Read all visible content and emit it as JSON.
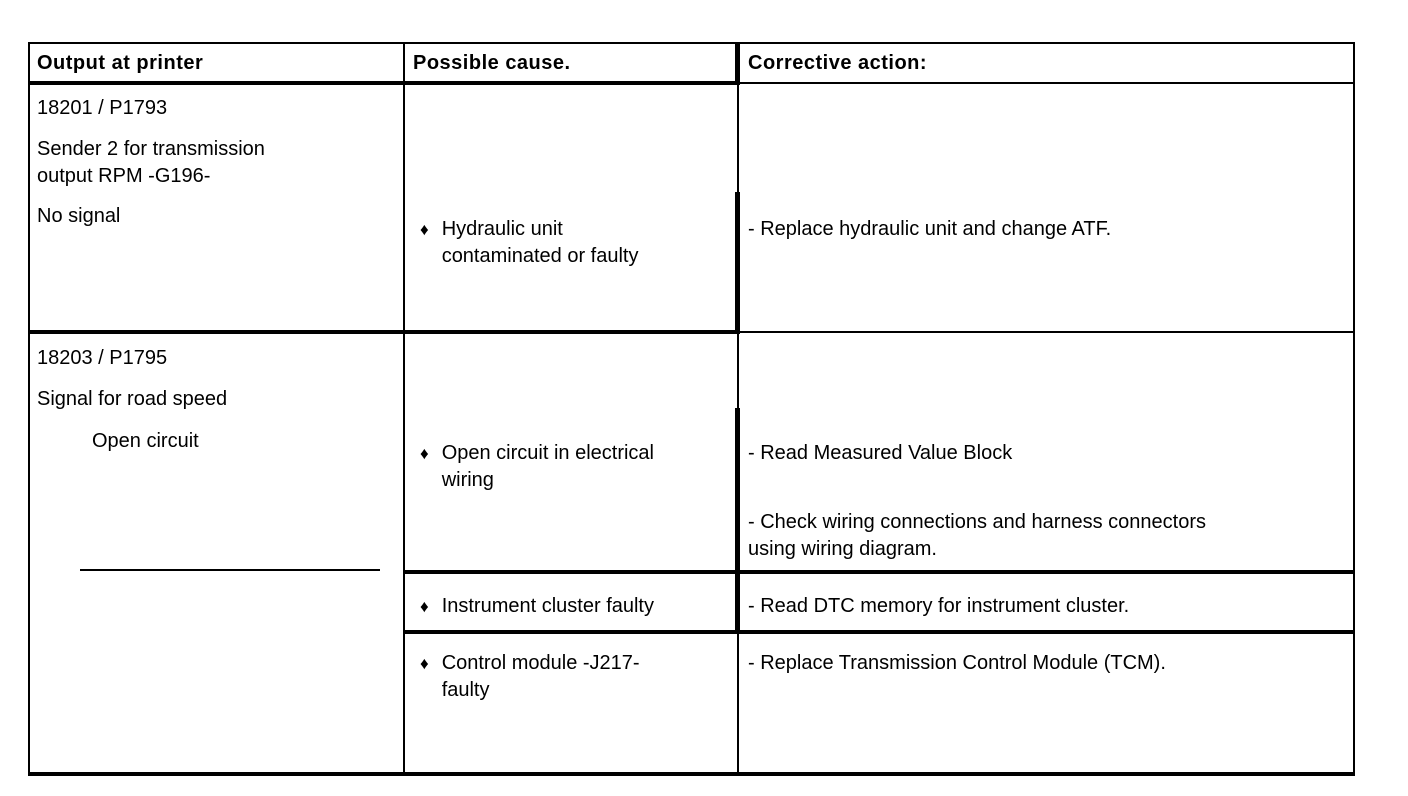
{
  "colors": {
    "border": "#000000",
    "text": "#000000",
    "background": "#ffffff"
  },
  "bullet_glyph": "♦",
  "header": {
    "output_at_printer": "Output at printer",
    "possible_cause": "Possible cause.",
    "corrective_action": "Corrective action:"
  },
  "row_18201": {
    "code": "18201 / P1793",
    "description": [
      "Sender 2 for transmission",
      "output RPM -G196-"
    ],
    "condition": "No signal",
    "cause_hydraulic": [
      "Hydraulic unit",
      "contaminated or faulty"
    ],
    "action_hydraulic": "- Replace hydraulic unit and change ATF."
  },
  "row_18203": {
    "code": "18203 / P1795",
    "description": "Signal for road speed",
    "condition": "Open circuit",
    "cause_wiring": [
      "Open circuit in electrical",
      "wiring"
    ],
    "action_read_mvb": "- Read Measured Value Block",
    "action_check_wiring": [
      "- Check wiring connections and harness connectors",
      "using wiring diagram."
    ],
    "cause_cluster": "Instrument cluster faulty",
    "action_cluster": "- Read DTC memory for instrument cluster.",
    "cause_module": [
      "Control module -J217-",
      "faulty"
    ],
    "action_module": "- Replace Transmission Control Module (TCM)."
  }
}
